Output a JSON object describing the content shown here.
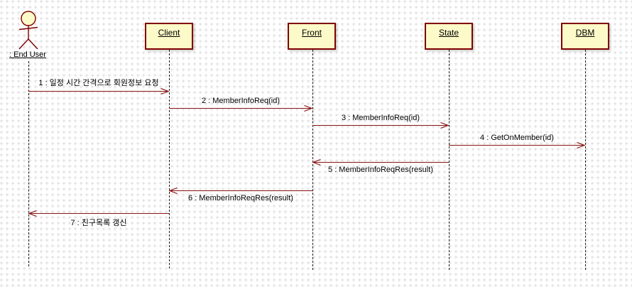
{
  "diagram": {
    "type": "uml-sequence",
    "actor": {
      "name": ": End User"
    },
    "lifelines": [
      {
        "label": "Client"
      },
      {
        "label": "Front"
      },
      {
        "label": "State"
      },
      {
        "label": "DBM"
      }
    ],
    "messages": [
      {
        "num": 1,
        "label": "1 : 일정 시간 간격으로 회원정보 요청",
        "from": ": End User",
        "to": "Client",
        "direction": "right"
      },
      {
        "num": 2,
        "label": "2 : MemberInfoReq(id)",
        "from": "Client",
        "to": "Front",
        "direction": "right"
      },
      {
        "num": 3,
        "label": "3 : MemberInfoReq(id)",
        "from": "Front",
        "to": "State",
        "direction": "right"
      },
      {
        "num": 4,
        "label": "4 : GetOnMember(id)",
        "from": "State",
        "to": "DBM",
        "direction": "right"
      },
      {
        "num": 5,
        "label": "5 : MemberInfoReqRes(result)",
        "from": "State",
        "to": "Front",
        "direction": "left"
      },
      {
        "num": 6,
        "label": "6 : MemberInfoReqRes(result)",
        "from": "Front",
        "to": "Client",
        "direction": "left"
      },
      {
        "num": 7,
        "label": "7 : 친구목록 갱신",
        "from": "Client",
        "to": ": End User",
        "direction": "left"
      }
    ],
    "colors": {
      "box_fill": "#FCFAC8",
      "box_border": "#7F0000",
      "arrow": "#8B1414",
      "lifeline": "#1A1A1A",
      "grid": "#DCDCDC",
      "text": "#000000"
    }
  }
}
